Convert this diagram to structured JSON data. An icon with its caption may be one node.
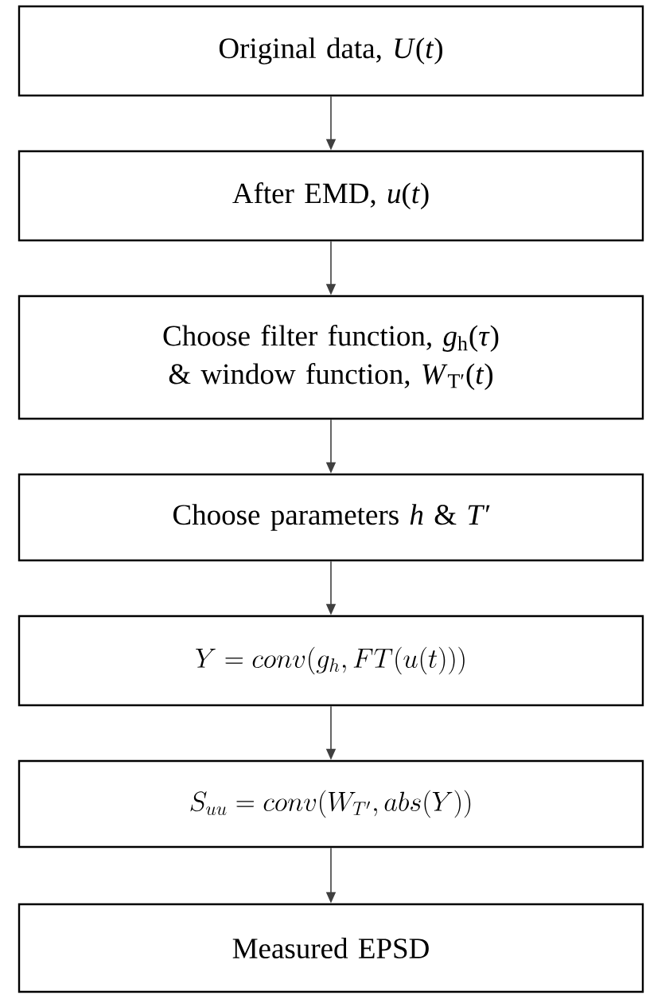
{
  "diagram": {
    "nodes": [
      {
        "text": [
          "Original data, *U*(*t*)"
        ]
      },
      {
        "text": [
          "After EMD, *u*(*t*)"
        ]
      },
      {
        "text": [
          "Choose filter function, *g*$_{h}$(*τ*) & window function, *W*$_{T′}$(*t*)"
        ]
      },
      {
        "text": [
          "Choose parameters *h* & *T′*"
        ]
      },
      {
        "text": [
          "Y = conv(g_{h}, FT(u(t)))"
        ]
      },
      {
        "text": [
          "S_{uu} = conv(W_{T'}, abs(Y))"
        ]
      },
      {
        "text": [
          "Measured EPSD"
        ]
      }
    ],
    "edges": [
      {
        "from": 0,
        "to": 1,
        "arrow": "to"
      },
      {
        "from": 1,
        "to": 2,
        "arrow": "to"
      },
      {
        "from": 2,
        "to": 3,
        "arrow": "to"
      },
      {
        "from": 3,
        "to": 4,
        "arrow": "to"
      },
      {
        "from": 4,
        "to": 5,
        "arrow": "to"
      },
      {
        "from": 5,
        "to": 6,
        "arrow": "to"
      }
    ]
  }
}
